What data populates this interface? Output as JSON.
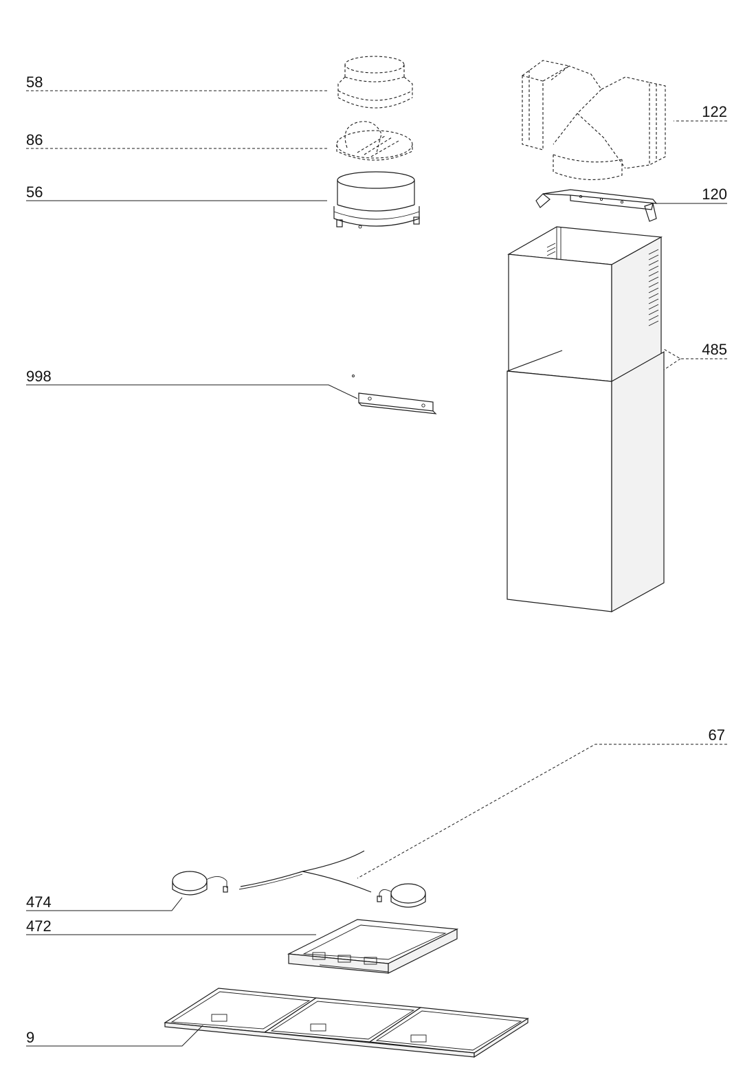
{
  "diagram": {
    "parts": [
      {
        "id": "58",
        "label": "58",
        "style": "dashed"
      },
      {
        "id": "86",
        "label": "86",
        "style": "dashed"
      },
      {
        "id": "56",
        "label": "56",
        "style": "solid"
      },
      {
        "id": "122",
        "label": "122",
        "style": "dashed"
      },
      {
        "id": "120",
        "label": "120",
        "style": "solid"
      },
      {
        "id": "485",
        "label": "485",
        "style": "dashed"
      },
      {
        "id": "998",
        "label": "998",
        "style": "solid"
      },
      {
        "id": "67",
        "label": "67",
        "style": "dashed"
      },
      {
        "id": "474",
        "label": "474",
        "style": "solid"
      },
      {
        "id": "472",
        "label": "472",
        "style": "solid"
      },
      {
        "id": "9",
        "label": "9",
        "style": "solid"
      }
    ]
  }
}
